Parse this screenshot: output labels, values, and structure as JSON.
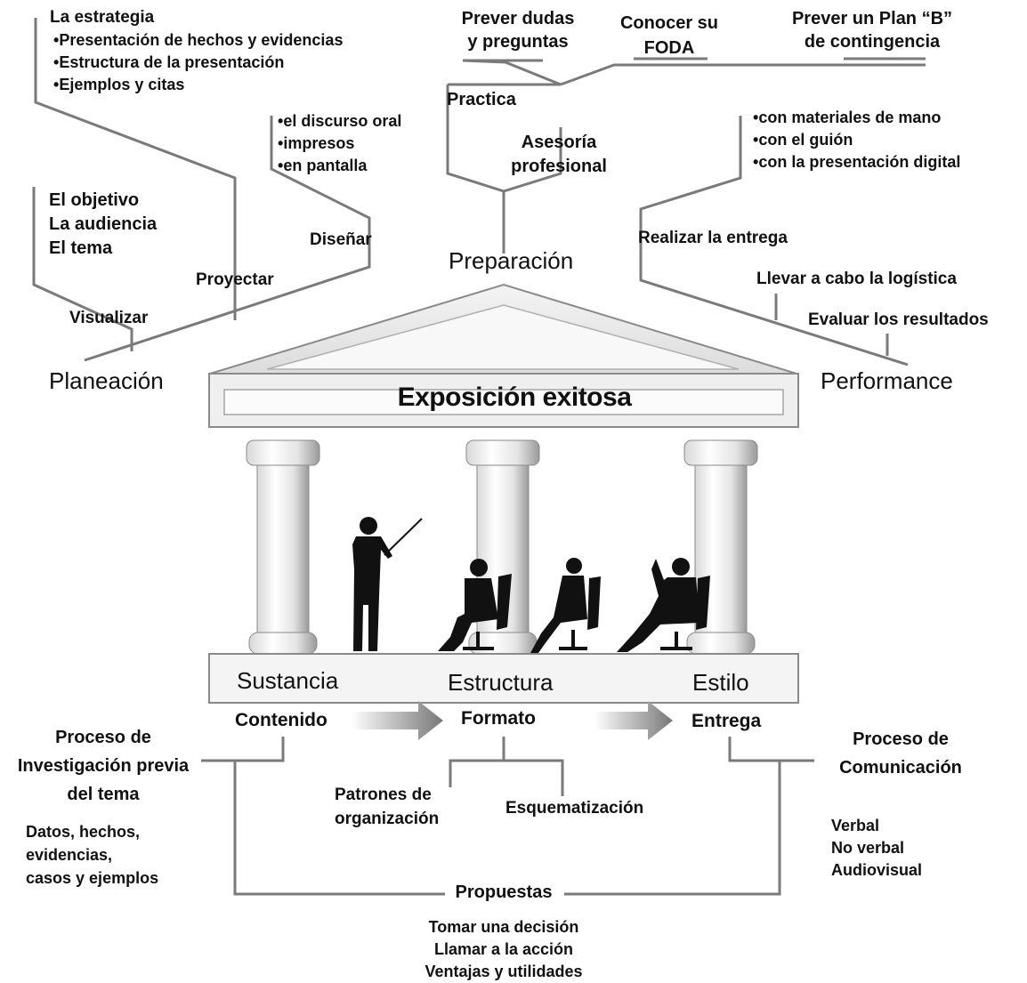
{
  "title": "Exposición exitosa",
  "pillars": {
    "left": "Planeación",
    "center": "Preparación",
    "right": "Performance"
  },
  "planeacion": {
    "visualizar": "Visualizar",
    "visualizar_items": [
      "El objetivo",
      "La audiencia",
      "El tema"
    ],
    "proyectar": "Proyectar",
    "estrategia_title": "La estrategia",
    "estrategia_items": [
      "Presentación de hechos y evidencias",
      "Estructura de la presentación",
      "Ejemplos y citas"
    ],
    "disenar": "Diseñar",
    "disenar_items": [
      "el discurso oral",
      "impresos",
      "en pantalla"
    ]
  },
  "preparacion": {
    "practica": "Practica",
    "asesoria": [
      "Asesoría",
      "profesional"
    ],
    "dudas": [
      "Prever dudas",
      "y preguntas"
    ],
    "foda": [
      "Conocer su",
      "FODA"
    ],
    "plan_b": [
      "Prever un Plan “B”",
      "de contingencia"
    ]
  },
  "performance": {
    "entrega": "Realizar la entrega",
    "entrega_items": [
      "con materiales de mano",
      "con el guión",
      "con la presentación digital"
    ],
    "logistica": "Llevar a cabo la logística",
    "evaluar": "Evaluar los resultados"
  },
  "base": {
    "sustancia": "Sustancia",
    "estructura": "Estructura",
    "estilo": "Estilo"
  },
  "flow": {
    "contenido": "Contenido",
    "formato": "Formato",
    "entrega": "Entrega"
  },
  "investigacion": {
    "title": [
      "Proceso de",
      "Investigación previa",
      "del tema"
    ],
    "items": [
      "Datos, hechos,",
      "evidencias,",
      "casos y ejemplos"
    ]
  },
  "formato_children": {
    "patrones": [
      "Patrones de",
      "organización"
    ],
    "esquematizacion": "Esquematización"
  },
  "comunicacion": {
    "title": [
      "Proceso de",
      "Comunicación"
    ],
    "items": [
      "Verbal",
      "No verbal",
      "Audiovisual"
    ]
  },
  "propuestas": {
    "title": "Propuestas",
    "items": [
      "Tomar una decisión",
      "Llamar a la acción",
      "Ventajas y utilidades"
    ]
  }
}
